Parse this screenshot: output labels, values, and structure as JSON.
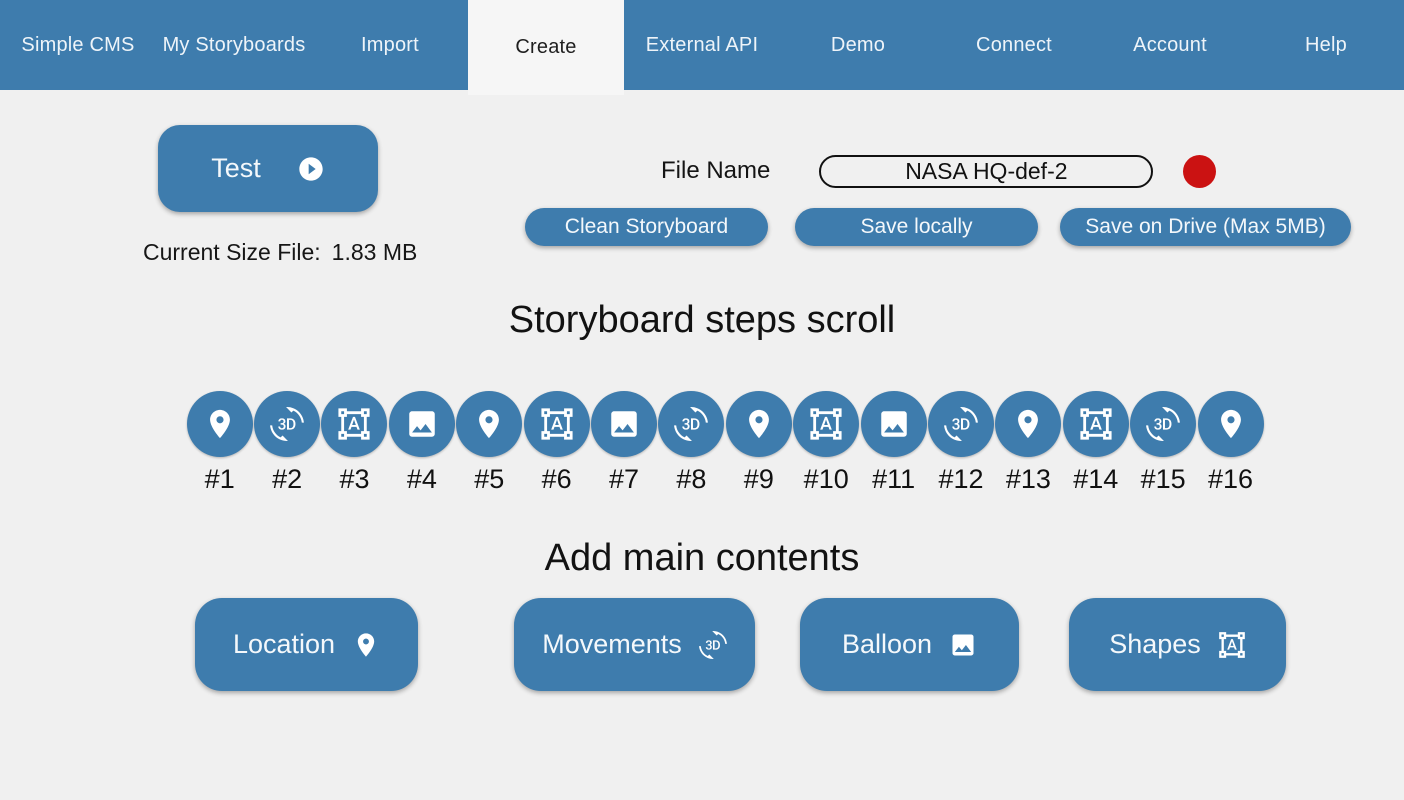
{
  "nav": {
    "brand": "Simple CMS",
    "items": [
      {
        "label": "My Storyboards",
        "active": false
      },
      {
        "label": "Import",
        "active": false
      },
      {
        "label": "Create",
        "active": true
      },
      {
        "label": "External API",
        "active": false
      },
      {
        "label": "Demo",
        "active": false
      },
      {
        "label": "Connect",
        "active": false
      },
      {
        "label": "Account",
        "active": false
      },
      {
        "label": "Help",
        "active": false
      }
    ]
  },
  "toolbar": {
    "test_label": "Test",
    "test_icon": "play-circle",
    "current_size_label": "Current Size File:",
    "current_size_value": "1.83 MB",
    "file_name_label": "File Name",
    "file_name_value": "NASA HQ-def-2",
    "clean_label": "Clean Storyboard",
    "save_locally_label": "Save locally",
    "save_drive_label": "Save on Drive (Max 5MB)"
  },
  "steps": {
    "heading": "Storyboard steps scroll",
    "items": [
      {
        "label": "#1",
        "icon": "location-pin"
      },
      {
        "label": "#2",
        "icon": "3d-rotation"
      },
      {
        "label": "#3",
        "icon": "format-shapes"
      },
      {
        "label": "#4",
        "icon": "image"
      },
      {
        "label": "#5",
        "icon": "location-pin"
      },
      {
        "label": "#6",
        "icon": "format-shapes"
      },
      {
        "label": "#7",
        "icon": "image"
      },
      {
        "label": "#8",
        "icon": "3d-rotation"
      },
      {
        "label": "#9",
        "icon": "location-pin"
      },
      {
        "label": "#10",
        "icon": "format-shapes"
      },
      {
        "label": "#11",
        "icon": "image"
      },
      {
        "label": "#12",
        "icon": "3d-rotation"
      },
      {
        "label": "#13",
        "icon": "location-pin"
      },
      {
        "label": "#14",
        "icon": "format-shapes"
      },
      {
        "label": "#15",
        "icon": "3d-rotation"
      },
      {
        "label": "#16",
        "icon": "location-pin"
      }
    ]
  },
  "contents": {
    "heading": "Add main contents",
    "buttons": [
      {
        "label": "Location",
        "icon": "location-pin"
      },
      {
        "label": "Movements",
        "icon": "3d-rotation"
      },
      {
        "label": "Balloon",
        "icon": "image"
      },
      {
        "label": "Shapes",
        "icon": "format-shapes"
      }
    ]
  },
  "colors": {
    "primary": "#3e7cad",
    "record_red": "#cb1212",
    "page_bg": "#f0f0f0",
    "active_tab_bg": "#f6f6f6"
  }
}
